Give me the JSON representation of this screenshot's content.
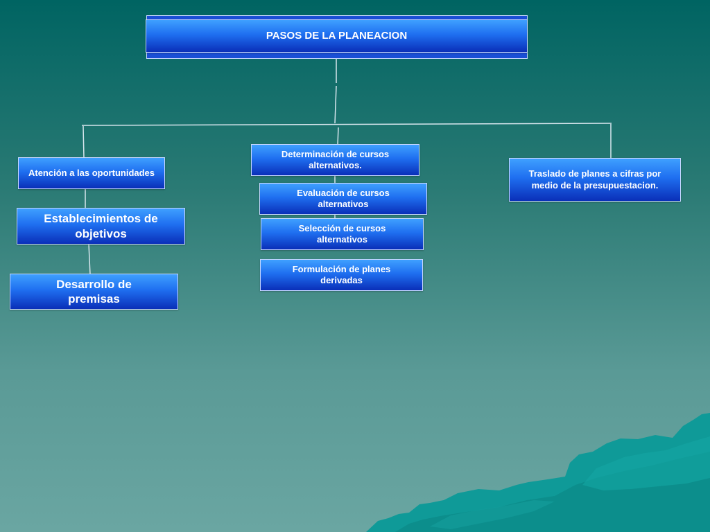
{
  "diagram": {
    "title": "PASOS DE LA PLANEACION",
    "left_column": [
      "Atención a las oportunidades",
      "Establecimientos de objetivos",
      "Desarrollo de premisas"
    ],
    "center_column": [
      "Determinación de cursos alternativos.",
      "Evaluación de cursos alternativos",
      "Selección de cursos alternativos",
      "Formulación de planes derivadas"
    ],
    "right_column": [
      "Traslado de planes a cifras por medio de la presupuestacion."
    ]
  },
  "colors": {
    "background_top": "#006462",
    "background_bottom": "#6aa6a2",
    "box_light": "#3fa0ff",
    "box_dark": "#0a2fb8",
    "box_border": "#c8d8ff",
    "mountains": "#0f9a98"
  }
}
